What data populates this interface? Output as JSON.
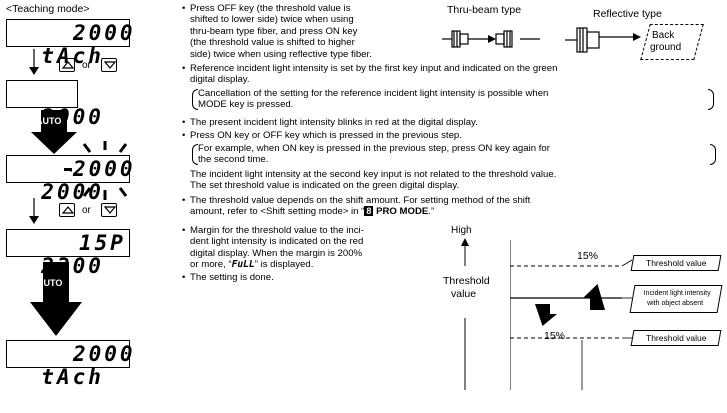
{
  "left": {
    "mode_label": "<Teaching mode>",
    "lcd1_left": "tAch",
    "lcd1_right": "2000",
    "lcd2": "2000",
    "auto1": "AUTO",
    "lcd3_left": "2000",
    "lcd3_right": "2000",
    "lcd4_left": "2300",
    "lcd4_right": "15P",
    "auto2": "AUTO",
    "lcd5_left": "tAch",
    "lcd5_right": "2000",
    "or1": "or",
    "or2": "or"
  },
  "top_diagram": {
    "thru_title": "Thru-beam type",
    "refl_title": "Reflective type",
    "back_label": "Back",
    "ground_label": "ground"
  },
  "bullets": {
    "b1": [
      "Press OFF key (the threshold value is",
      "shifted to lower side) twice when using",
      "thru-beam type fiber, and press ON key",
      "(the threshold value is shifted to higher",
      "side) twice when using reflective type fiber."
    ],
    "b2": [
      "Reference incident light intensity is set by the first key input and indicated on the green",
      "digital display."
    ],
    "b2_note": [
      "Cancellation of the setting for the reference incident light intensity is possible when",
      "MODE key is pressed."
    ],
    "b3": "The present incident light intensity blinks in red at the digital display.",
    "b4": "Press ON key or OFF key which is pressed in the previous step.",
    "b4_note": [
      "For example, when ON key is pressed in the previous step, press ON key again for",
      "the second time."
    ],
    "b4_extra": [
      "The incident light intensity at the second key input is not related to the threshold value.",
      "The set threshold value is indicated on the green digital display."
    ],
    "b5_a": "The threshold value depends on the shift amount. For setting method of the shift",
    "b5_b_pre": "amount, refer to <Shift setting mode> in “",
    "b5_b_num": "8",
    "b5_b_bold": " PRO MODE",
    "b5_b_post": ".”",
    "b6": [
      "Margin for the threshold value to the inci-",
      "dent light intensity is indicated on the red",
      "digital display. When the margin is 200%"
    ],
    "b6_last_pre": "or more, “",
    "b6_full": "FuLL",
    "b6_last_post": "” is displayed.",
    "b7": "The setting is done."
  },
  "graph": {
    "high": "High",
    "threshold": "Threshold",
    "value": "value",
    "pct_top": "15%",
    "pct_bottom": "15%",
    "box_threshold_top": "Threshold value",
    "box_incident_1": "Incident light intensity",
    "box_incident_2": "with object absent",
    "box_threshold_bottom": "Threshold value"
  },
  "icons": [
    "up-key-icon",
    "down-key-icon",
    "arrow-down-icon",
    "fiber-sensor-icon",
    "background-hatch-icon"
  ]
}
